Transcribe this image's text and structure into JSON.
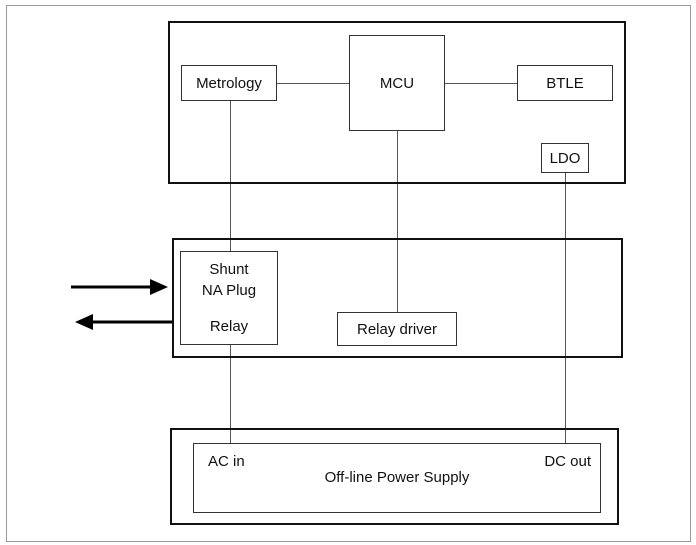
{
  "diagram": {
    "top_block": {
      "metrology": "Metrology",
      "mcu": "MCU",
      "btle": "BTLE",
      "ldo": "LDO"
    },
    "middle_block": {
      "shunt_box": {
        "line1": "Shunt",
        "line2": "NA Plug",
        "line3": "Relay"
      },
      "relay_driver": "Relay driver"
    },
    "bottom_block": {
      "ac_in": "AC in",
      "dc_out": "DC out",
      "power_supply": "Off-line Power Supply"
    }
  }
}
